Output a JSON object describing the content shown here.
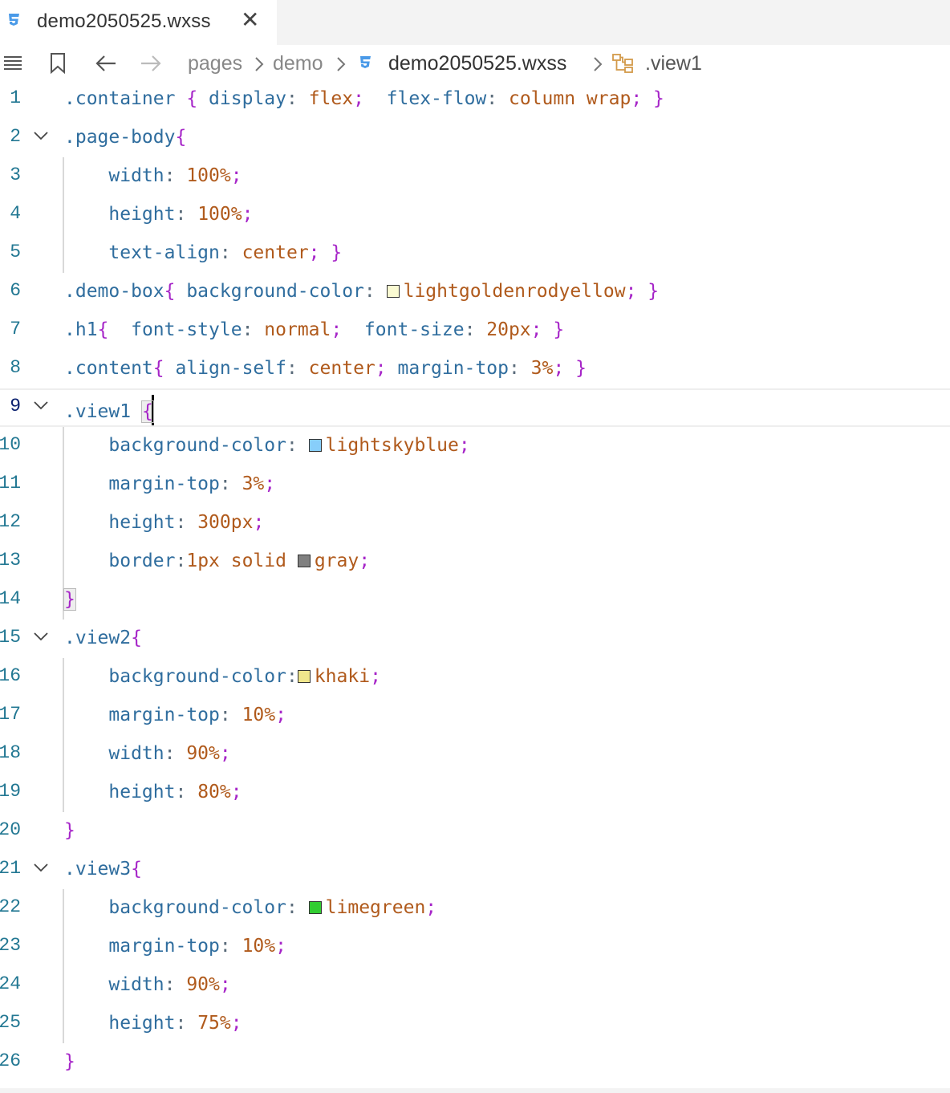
{
  "tab": {
    "filename": "demo2050525.wxss",
    "close_glyph": "✕",
    "icon": "css3-icon"
  },
  "breadcrumb": {
    "folders": [
      "pages",
      "demo"
    ],
    "file": "demo2050525.wxss",
    "symbol": ".view1",
    "toolbar_icons": [
      "menu-icon",
      "bookmark-icon",
      "back-arrow-icon",
      "forward-arrow-icon"
    ]
  },
  "colors": {
    "css_icon": "#4a9ae8",
    "line_number": "#237893",
    "property": "#2f6d9e",
    "value": "#b05a1c",
    "brace": "#a625c8"
  },
  "swatches": {
    "lightgoldenrodyellow": "#fafad2",
    "lightskyblue": "#87cefa",
    "gray": "#808080",
    "khaki": "#f0e68c",
    "limegreen": "#32cd32"
  },
  "editor": {
    "current_line": 9,
    "lines": [
      {
        "n": "1",
        "fold": false
      },
      {
        "n": "2",
        "fold": true
      },
      {
        "n": "3",
        "fold": false
      },
      {
        "n": "4",
        "fold": false
      },
      {
        "n": "5",
        "fold": false
      },
      {
        "n": "6",
        "fold": false
      },
      {
        "n": "7",
        "fold": false
      },
      {
        "n": "8",
        "fold": false
      },
      {
        "n": "9",
        "fold": true
      },
      {
        "n": "10",
        "fold": false
      },
      {
        "n": "11",
        "fold": false
      },
      {
        "n": "12",
        "fold": false
      },
      {
        "n": "13",
        "fold": false
      },
      {
        "n": "14",
        "fold": false
      },
      {
        "n": "15",
        "fold": true
      },
      {
        "n": "16",
        "fold": false
      },
      {
        "n": "17",
        "fold": false
      },
      {
        "n": "18",
        "fold": false
      },
      {
        "n": "19",
        "fold": false
      },
      {
        "n": "20",
        "fold": false
      },
      {
        "n": "21",
        "fold": true
      },
      {
        "n": "22",
        "fold": false
      },
      {
        "n": "23",
        "fold": false
      },
      {
        "n": "24",
        "fold": false
      },
      {
        "n": "25",
        "fold": false
      },
      {
        "n": "26",
        "fold": false
      }
    ],
    "code": [
      [
        {
          "t": ".container",
          "c": "cls"
        },
        {
          "t": " ",
          "c": ""
        },
        {
          "t": "{",
          "c": "brace"
        },
        {
          "t": " display",
          "c": "prop"
        },
        {
          "t": ":",
          "c": "punc"
        },
        {
          "t": " flex",
          "c": "val"
        },
        {
          "t": ";",
          "c": "semi"
        },
        {
          "t": "  flex-flow",
          "c": "prop"
        },
        {
          "t": ":",
          "c": "punc"
        },
        {
          "t": " column wrap",
          "c": "val"
        },
        {
          "t": ";",
          "c": "semi"
        },
        {
          "t": " }",
          "c": "brace"
        }
      ],
      [
        {
          "t": ".page-body",
          "c": "cls"
        },
        {
          "t": "{",
          "c": "brace"
        }
      ],
      [
        {
          "t": "    width",
          "c": "prop"
        },
        {
          "t": ":",
          "c": "punc"
        },
        {
          "t": " 100%",
          "c": "val"
        },
        {
          "t": ";",
          "c": "semi"
        }
      ],
      [
        {
          "t": "    height",
          "c": "prop"
        },
        {
          "t": ":",
          "c": "punc"
        },
        {
          "t": " 100%",
          "c": "val"
        },
        {
          "t": ";",
          "c": "semi"
        }
      ],
      [
        {
          "t": "    text-align",
          "c": "prop"
        },
        {
          "t": ":",
          "c": "punc"
        },
        {
          "t": " center",
          "c": "val"
        },
        {
          "t": ";",
          "c": "semi"
        },
        {
          "t": " }",
          "c": "brace"
        }
      ],
      [
        {
          "t": ".demo-box",
          "c": "cls"
        },
        {
          "t": "{",
          "c": "brace"
        },
        {
          "t": " background-color",
          "c": "prop"
        },
        {
          "t": ":",
          "c": "punc"
        },
        {
          "t": " ",
          "c": ""
        },
        {
          "sw": "lightgoldenrodyellow"
        },
        {
          "t": "lightgoldenrodyellow",
          "c": "val"
        },
        {
          "t": ";",
          "c": "semi"
        },
        {
          "t": " }",
          "c": "brace"
        }
      ],
      [
        {
          "t": ".h1",
          "c": "cls"
        },
        {
          "t": "{",
          "c": "brace"
        },
        {
          "t": "  font-style",
          "c": "prop"
        },
        {
          "t": ":",
          "c": "punc"
        },
        {
          "t": " normal",
          "c": "val"
        },
        {
          "t": ";",
          "c": "semi"
        },
        {
          "t": "  font-size",
          "c": "prop"
        },
        {
          "t": ":",
          "c": "punc"
        },
        {
          "t": " 20px",
          "c": "val"
        },
        {
          "t": ";",
          "c": "semi"
        },
        {
          "t": " }",
          "c": "brace"
        }
      ],
      [
        {
          "t": ".content",
          "c": "cls"
        },
        {
          "t": "{",
          "c": "brace"
        },
        {
          "t": " align-self",
          "c": "prop"
        },
        {
          "t": ":",
          "c": "punc"
        },
        {
          "t": " center",
          "c": "val"
        },
        {
          "t": ";",
          "c": "semi"
        },
        {
          "t": " margin-top",
          "c": "prop"
        },
        {
          "t": ":",
          "c": "punc"
        },
        {
          "t": " 3%",
          "c": "val"
        },
        {
          "t": ";",
          "c": "semi"
        },
        {
          "t": " }",
          "c": "brace"
        }
      ],
      [
        {
          "t": ".view1",
          "c": "cls"
        },
        {
          "t": " ",
          "c": ""
        },
        {
          "t": "{",
          "c": "brace",
          "m": true
        },
        {
          "cursor": true
        }
      ],
      [
        {
          "t": "    background-color",
          "c": "prop"
        },
        {
          "t": ":",
          "c": "punc"
        },
        {
          "t": " ",
          "c": ""
        },
        {
          "sw": "lightskyblue"
        },
        {
          "t": "lightskyblue",
          "c": "val"
        },
        {
          "t": ";",
          "c": "semi"
        }
      ],
      [
        {
          "t": "    margin-top",
          "c": "prop"
        },
        {
          "t": ":",
          "c": "punc"
        },
        {
          "t": " 3%",
          "c": "val"
        },
        {
          "t": ";",
          "c": "semi"
        }
      ],
      [
        {
          "t": "    height",
          "c": "prop"
        },
        {
          "t": ":",
          "c": "punc"
        },
        {
          "t": " 300px",
          "c": "val"
        },
        {
          "t": ";",
          "c": "semi"
        }
      ],
      [
        {
          "t": "    border",
          "c": "prop"
        },
        {
          "t": ":",
          "c": "punc"
        },
        {
          "t": "1px solid ",
          "c": "val"
        },
        {
          "sw": "gray"
        },
        {
          "t": "gray",
          "c": "val"
        },
        {
          "t": ";",
          "c": "semi"
        }
      ],
      [
        {
          "t": "}",
          "c": "brace",
          "m": true
        }
      ],
      [
        {
          "t": ".view2",
          "c": "cls"
        },
        {
          "t": "{",
          "c": "brace"
        }
      ],
      [
        {
          "t": "    background-color",
          "c": "prop"
        },
        {
          "t": ":",
          "c": "punc"
        },
        {
          "sw": "khaki"
        },
        {
          "t": "khaki",
          "c": "val"
        },
        {
          "t": ";",
          "c": "semi"
        }
      ],
      [
        {
          "t": "    margin-top",
          "c": "prop"
        },
        {
          "t": ":",
          "c": "punc"
        },
        {
          "t": " 10%",
          "c": "val"
        },
        {
          "t": ";",
          "c": "semi"
        }
      ],
      [
        {
          "t": "    width",
          "c": "prop"
        },
        {
          "t": ":",
          "c": "punc"
        },
        {
          "t": " 90%",
          "c": "val"
        },
        {
          "t": ";",
          "c": "semi"
        }
      ],
      [
        {
          "t": "    height",
          "c": "prop"
        },
        {
          "t": ":",
          "c": "punc"
        },
        {
          "t": " 80%",
          "c": "val"
        },
        {
          "t": ";",
          "c": "semi"
        }
      ],
      [
        {
          "t": "}",
          "c": "brace"
        }
      ],
      [
        {
          "t": ".view3",
          "c": "cls"
        },
        {
          "t": "{",
          "c": "brace"
        }
      ],
      [
        {
          "t": "    background-color",
          "c": "prop"
        },
        {
          "t": ":",
          "c": "punc"
        },
        {
          "t": " ",
          "c": ""
        },
        {
          "sw": "limegreen"
        },
        {
          "t": "limegreen",
          "c": "val"
        },
        {
          "t": ";",
          "c": "semi"
        }
      ],
      [
        {
          "t": "    margin-top",
          "c": "prop"
        },
        {
          "t": ":",
          "c": "punc"
        },
        {
          "t": " 10%",
          "c": "val"
        },
        {
          "t": ";",
          "c": "semi"
        }
      ],
      [
        {
          "t": "    width",
          "c": "prop"
        },
        {
          "t": ":",
          "c": "punc"
        },
        {
          "t": " 90%",
          "c": "val"
        },
        {
          "t": ";",
          "c": "semi"
        }
      ],
      [
        {
          "t": "    height",
          "c": "prop"
        },
        {
          "t": ":",
          "c": "punc"
        },
        {
          "t": " 75%",
          "c": "val"
        },
        {
          "t": ";",
          "c": "semi"
        }
      ],
      [
        {
          "t": "}",
          "c": "brace"
        }
      ]
    ]
  }
}
